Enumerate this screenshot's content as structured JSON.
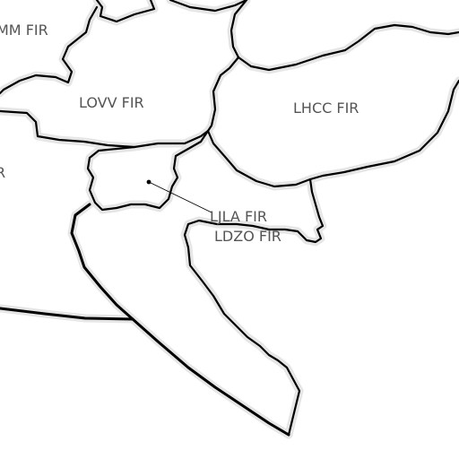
{
  "map": {
    "regions": [
      {
        "id": "edmm",
        "label": "MM FIR"
      },
      {
        "id": "lovv",
        "label": "LOVV FIR"
      },
      {
        "id": "lhcc",
        "label": "LHCC FIR"
      },
      {
        "id": "lirr",
        "label": "R"
      },
      {
        "id": "ljla",
        "label": "LJLA FIR"
      },
      {
        "id": "ldzo",
        "label": "LDZO FIR"
      }
    ],
    "colors": {
      "background": "#ffffff",
      "border": "#000000",
      "border_halo": "#e6e6e6",
      "label": "#555555"
    }
  }
}
